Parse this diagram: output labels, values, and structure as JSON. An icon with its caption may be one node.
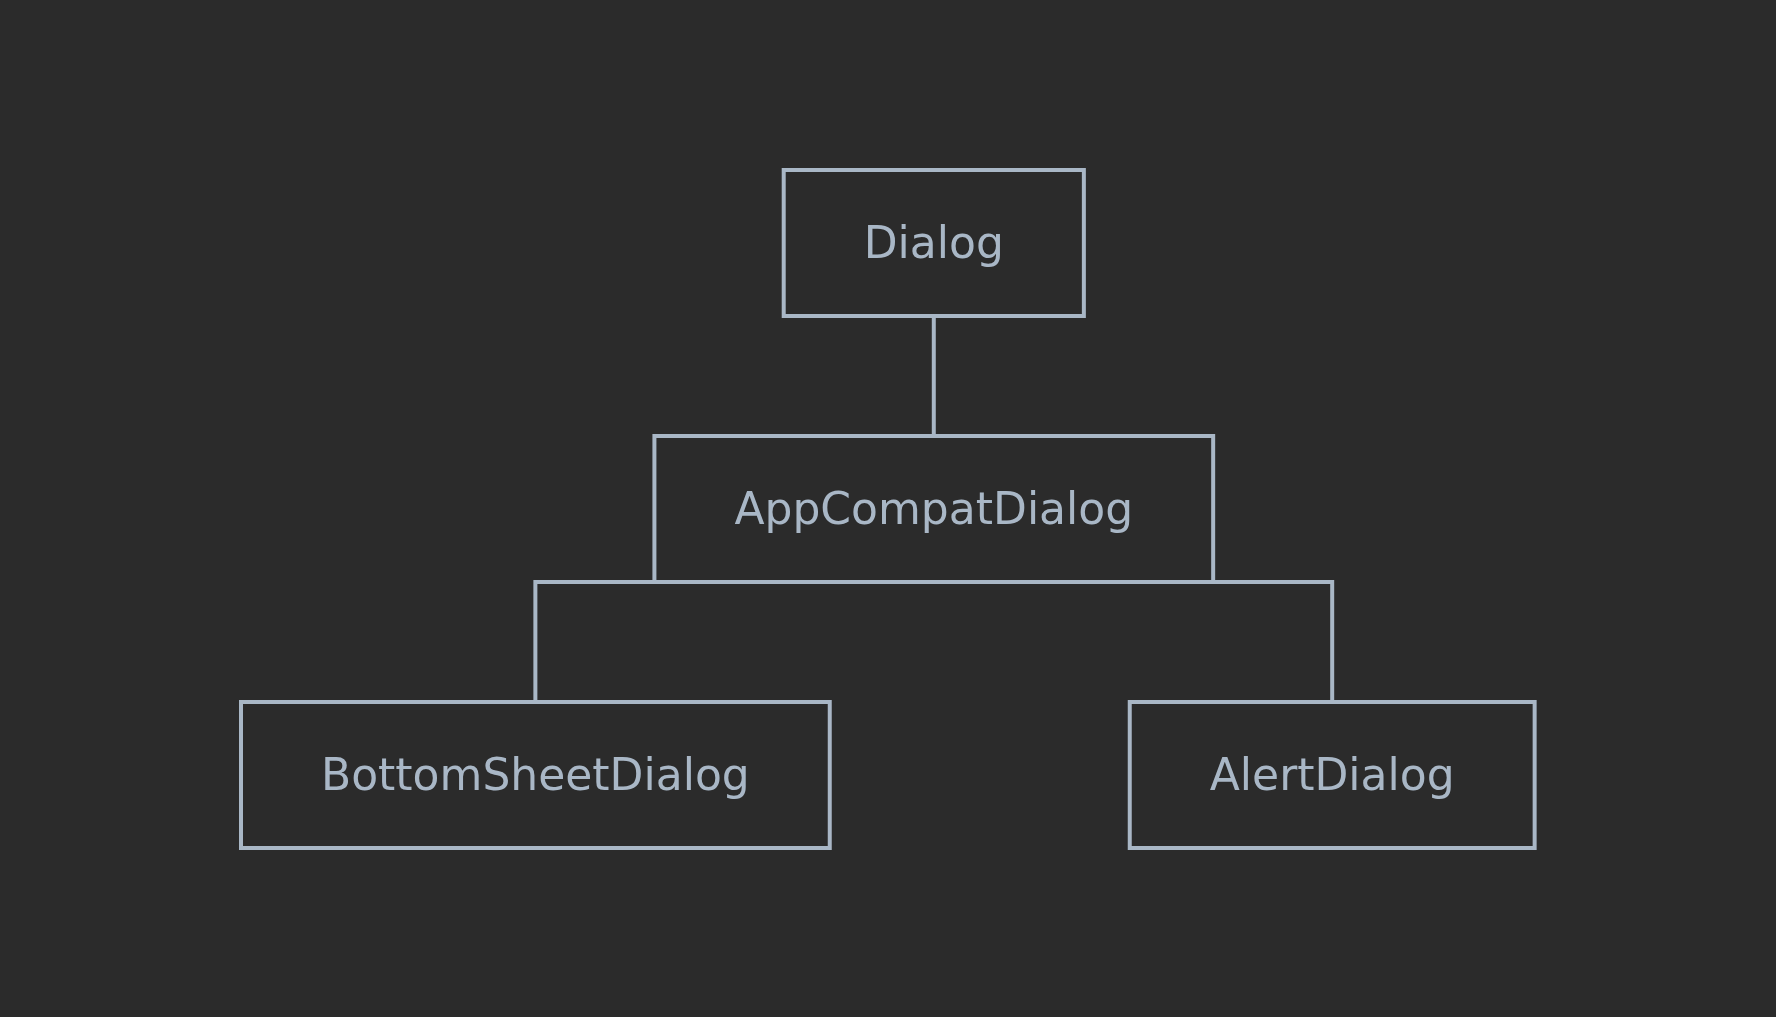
{
  "diagram": {
    "nodes": [
      {
        "text": [
          "Dialog"
        ]
      },
      {
        "text": [
          "AppCompatDialog"
        ]
      },
      {
        "text": [
          "BottomSheetDialog"
        ]
      },
      {
        "text": [
          "AlertDialog"
        ]
      }
    ],
    "edges": [
      {
        "from": 0,
        "to": 1,
        "arrow": "none"
      },
      {
        "from": 1,
        "to": 2,
        "arrow": "none"
      },
      {
        "from": 1,
        "to": 3,
        "arrow": "none"
      }
    ]
  }
}
